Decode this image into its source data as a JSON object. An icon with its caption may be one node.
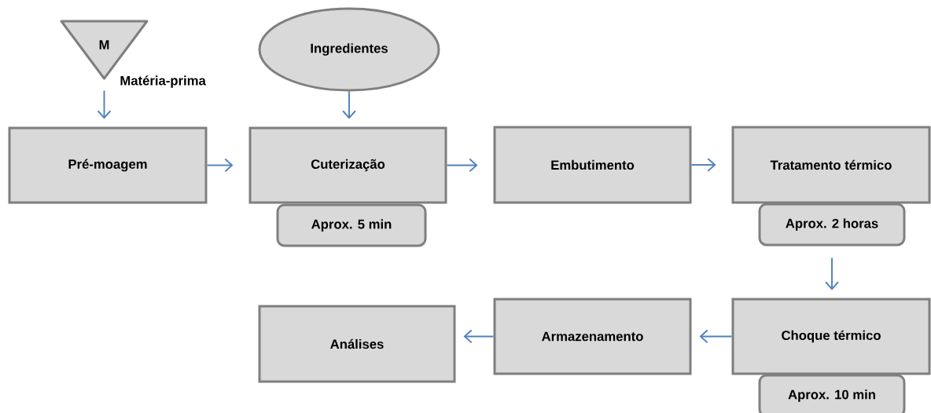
{
  "diagram": {
    "nodes": [
      {
        "text": [
          "M"
        ],
        "beside": [
          "Matéria-prima"
        ]
      },
      {
        "text": [
          "Ingredientes"
        ]
      },
      {
        "text": [
          "Pré-moagem"
        ]
      },
      {
        "text": [
          "Cuterização"
        ]
      },
      {
        "text": [
          "Aprox. 5 min"
        ]
      },
      {
        "text": [
          "Embutimento"
        ]
      },
      {
        "text": [
          "Tratamento térmico"
        ]
      },
      {
        "text": [
          "Aprox. 2 horas"
        ]
      },
      {
        "text": [
          "Choque térmico"
        ]
      },
      {
        "text": [
          "Aprox. 10 min"
        ]
      },
      {
        "text": [
          "Armazenamento"
        ]
      },
      {
        "text": [
          "Análises"
        ]
      }
    ],
    "edges": [
      {
        "from": 0,
        "to": 2,
        "arrow": "to"
      },
      {
        "from": 1,
        "to": 3,
        "arrow": "to"
      },
      {
        "from": 2,
        "to": 3,
        "arrow": "to"
      },
      {
        "from": 3,
        "to": 5,
        "arrow": "to"
      },
      {
        "from": 5,
        "to": 6,
        "arrow": "to"
      },
      {
        "from": 7,
        "to": 8,
        "arrow": "to"
      },
      {
        "from": 8,
        "to": 10,
        "arrow": "to"
      },
      {
        "from": 10,
        "to": 11,
        "arrow": "to"
      }
    ]
  }
}
